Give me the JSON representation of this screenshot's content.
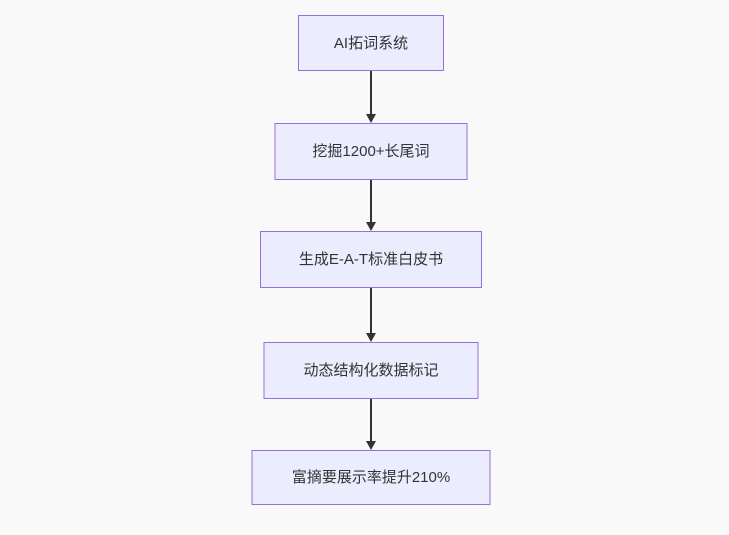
{
  "diagram": {
    "type": "flowchart-vertical",
    "colors": {
      "background": "#f9f9f9",
      "node_fill": "#ececff",
      "node_border": "#9370db",
      "arrow_color": "#333333",
      "text_color": "#333333"
    },
    "nodes": [
      {
        "id": "step-1",
        "label": "AI拓词系统"
      },
      {
        "id": "step-2",
        "label": "挖掘1200+长尾词"
      },
      {
        "id": "step-3",
        "label": "生成E-A-T标准白皮书"
      },
      {
        "id": "step-4",
        "label": "动态结构化数据标记"
      },
      {
        "id": "step-5",
        "label": "富摘要展示率提升210%"
      }
    ],
    "edges": [
      {
        "from": "step-1",
        "to": "step-2"
      },
      {
        "from": "step-2",
        "to": "step-3"
      },
      {
        "from": "step-3",
        "to": "step-4"
      },
      {
        "from": "step-4",
        "to": "step-5"
      }
    ]
  }
}
